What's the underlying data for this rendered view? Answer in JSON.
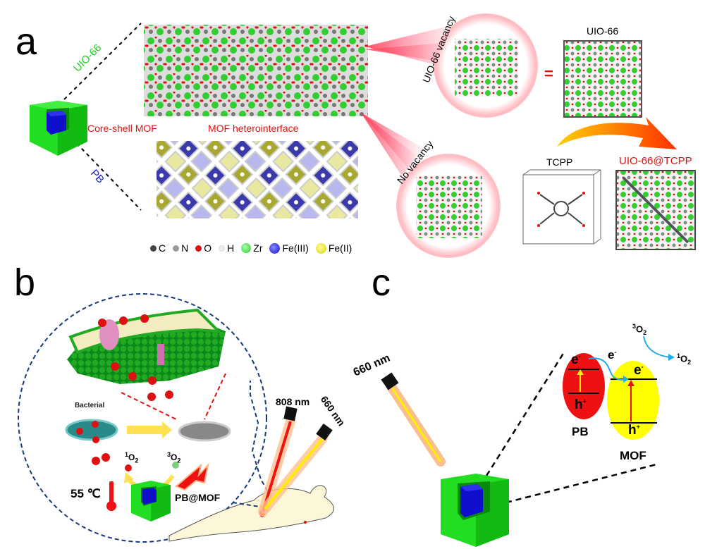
{
  "panels": {
    "a": {
      "letter": "a",
      "labels": {
        "uio66_diag": "UIO-66",
        "pb_diag": "PB",
        "core_shell": "Core-shell MOF",
        "heterointerface": "MOF heterointerface",
        "uio66_vacancy": "UIO-66 vacancy",
        "no_vacancy": "No vacancy",
        "equals": "=",
        "uio66_right": "UIO-66",
        "tcpp": "TCPP",
        "uio66_tcpp": "UIO-66@TCPP"
      },
      "legend": [
        {
          "symbol": "C",
          "color": "#444444"
        },
        {
          "symbol": "N",
          "color": "#9a9a9a"
        },
        {
          "symbol": "O",
          "color": "#e01010"
        },
        {
          "symbol": "H",
          "color": "#e8e8e8"
        },
        {
          "symbol": "Zr",
          "color": "#22cc22"
        },
        {
          "symbol": "Fe(III)",
          "color": "#1010cc"
        },
        {
          "symbol": "Fe(II)",
          "color": "#e8e010"
        }
      ]
    },
    "b": {
      "letter": "b",
      "labels": {
        "bacterial": "Bacterial",
        "singlet_o2_sup": "1",
        "singlet_o2_base": "O",
        "singlet_o2_sub": "2",
        "triplet_o2_sup": "3",
        "triplet_o2_base": "O",
        "triplet_o2_sub": "2",
        "temperature": "55 ℃",
        "pb_mof": "PB@MOF",
        "laser_808": "808 nm",
        "laser_660": "660 nm"
      }
    },
    "c": {
      "letter": "c",
      "labels": {
        "laser_660": "660 nm",
        "triplet_o2_sup": "3",
        "triplet_o2_base": "O",
        "triplet_o2_sub": "2",
        "singlet_o2_sup": "1",
        "singlet_o2_base": "O",
        "singlet_o2_sub": "2",
        "pb_electron": "e",
        "pb_electron_sup": "-",
        "pb_hole": "h",
        "pb_hole_sup": "+",
        "transfer_electron": "e",
        "transfer_electron_sup": "-",
        "mof_electron": "e",
        "mof_electron_sup": "-",
        "mof_hole": "h",
        "mof_hole_sup": "+",
        "pb": "PB",
        "mof": "MOF"
      }
    }
  },
  "colors": {
    "shell_green": "#22dd22",
    "core_blue": "#1010cc",
    "label_red": "#e01010",
    "label_green": "#22cc22",
    "label_blue": "#1a1acc",
    "pb_red": "#ee1111",
    "mof_yellow": "#ffff00",
    "arrow_blue": "#22aaee",
    "dash_navy": "#1a3a7a"
  }
}
